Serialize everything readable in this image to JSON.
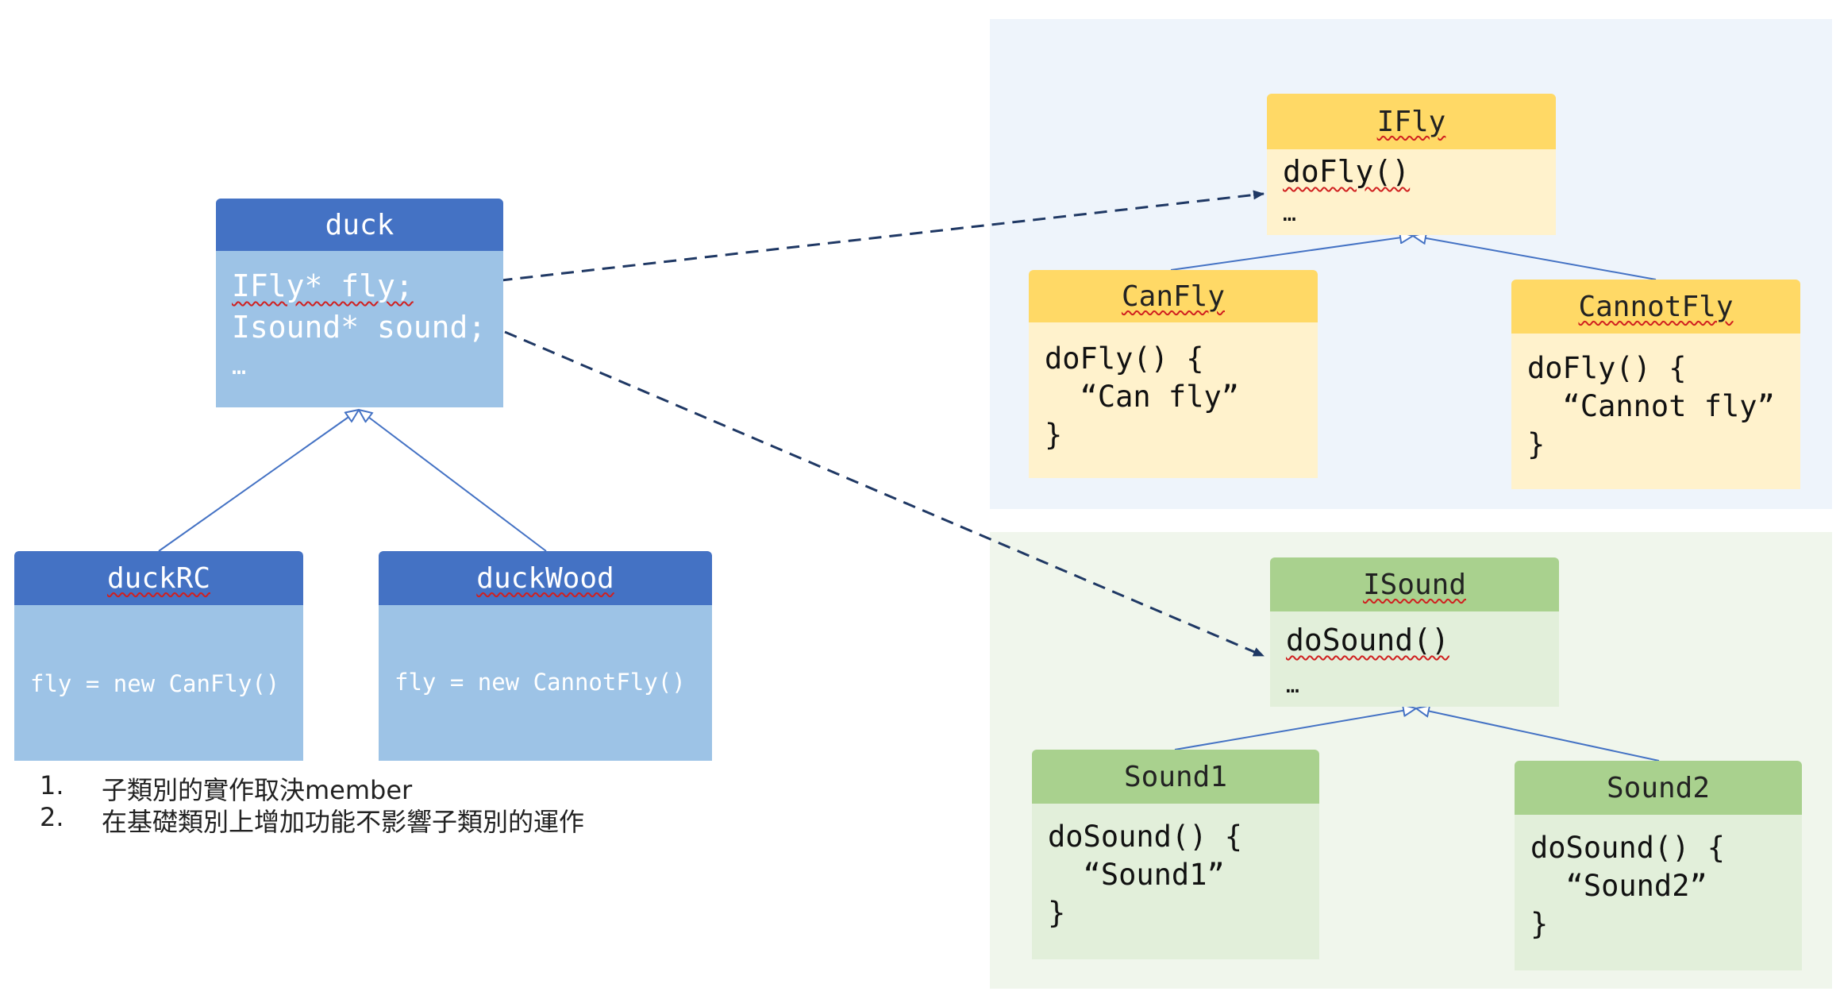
{
  "colors": {
    "blue_header": "#4472C4",
    "blue_body": "#9DC3E6",
    "yellow_header": "#FFD966",
    "yellow_body": "#FFF2CC",
    "green_header": "#A9D18E",
    "green_body": "#E2EFDA",
    "panel_fly": "#EEF4FB",
    "panel_sound": "#F0F6EC",
    "arrow": "#1F3864",
    "inherit_line": "#4472C4"
  },
  "duck": {
    "title": "duck",
    "members": [
      "IFly* fly;",
      "Isound* sound;",
      "…"
    ]
  },
  "duckRC": {
    "title": "duckRC",
    "code": "fly = new CanFly()"
  },
  "duckWood": {
    "title": "duckWood",
    "code": "fly = new CannotFly()"
  },
  "ifly": {
    "title": "IFly",
    "members": [
      "doFly()",
      "…"
    ]
  },
  "canfly": {
    "title": "CanFly",
    "code": [
      "doFly() {",
      "  “Can fly”",
      "}"
    ]
  },
  "cannotfly": {
    "title": "CannotFly",
    "code": [
      "doFly() {",
      "  “Cannot fly”",
      "}"
    ]
  },
  "isound": {
    "title": "ISound",
    "members": [
      "doSound()",
      "…"
    ]
  },
  "sound1": {
    "title": "Sound1",
    "code": [
      "doSound() {",
      "  “Sound1”",
      "}"
    ]
  },
  "sound2": {
    "title": "Sound2",
    "code": [
      "doSound() {",
      "  “Sound2”",
      "}"
    ]
  },
  "notes": [
    {
      "num": "1.",
      "text": "子類別的實作取決member"
    },
    {
      "num": "2.",
      "text": "在基礎類別上增加功能不影響子類別的運作"
    }
  ]
}
